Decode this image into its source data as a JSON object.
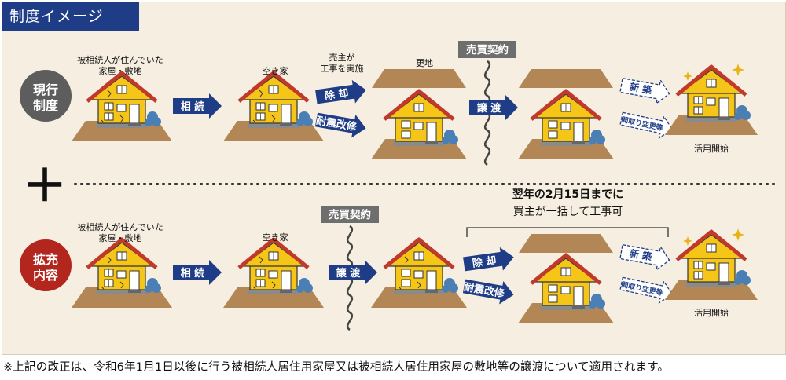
{
  "header": {
    "title": "制度イメージ"
  },
  "rows": {
    "current": {
      "badge_line1": "現行",
      "badge_line2": "制度"
    },
    "expanded": {
      "badge_line1": "拡充",
      "badge_line2": "内容"
    }
  },
  "labels": {
    "inherited_house_line1": "被相続人が住んでいた",
    "inherited_house_line2": "家屋・敷地",
    "vacant_house": "空き家",
    "seller_line1": "売主が",
    "seller_line2": "工事を実施",
    "vacant_land": "更地",
    "sale_contract": "売買契約",
    "start_of_use": "活用開始",
    "deadline": "翌年の2月15日までに",
    "buyer_work": "買主が一括して工事可"
  },
  "arrows": {
    "inheritance": "相 続",
    "demolition": "除 却",
    "seismic_retrofit": "耐震改修",
    "transfer": "譲 渡",
    "new_build": "新 築",
    "layout_change": "間取り変更等"
  },
  "plus_sign": "＋",
  "footnote": "※上記の改正は、令和6年1月1日以後に行う被相続人居住用家屋又は被相続人居住用家屋の敷地等の譲渡について適用されます。",
  "colors": {
    "panel": "#f6eee1",
    "navy": "#1f3d86",
    "ground": "#b38655",
    "house_yellow": "#f5c518",
    "roof_red": "#c0392b",
    "badge_gray": "#5d5d5d",
    "badge_red": "#b3261e"
  }
}
